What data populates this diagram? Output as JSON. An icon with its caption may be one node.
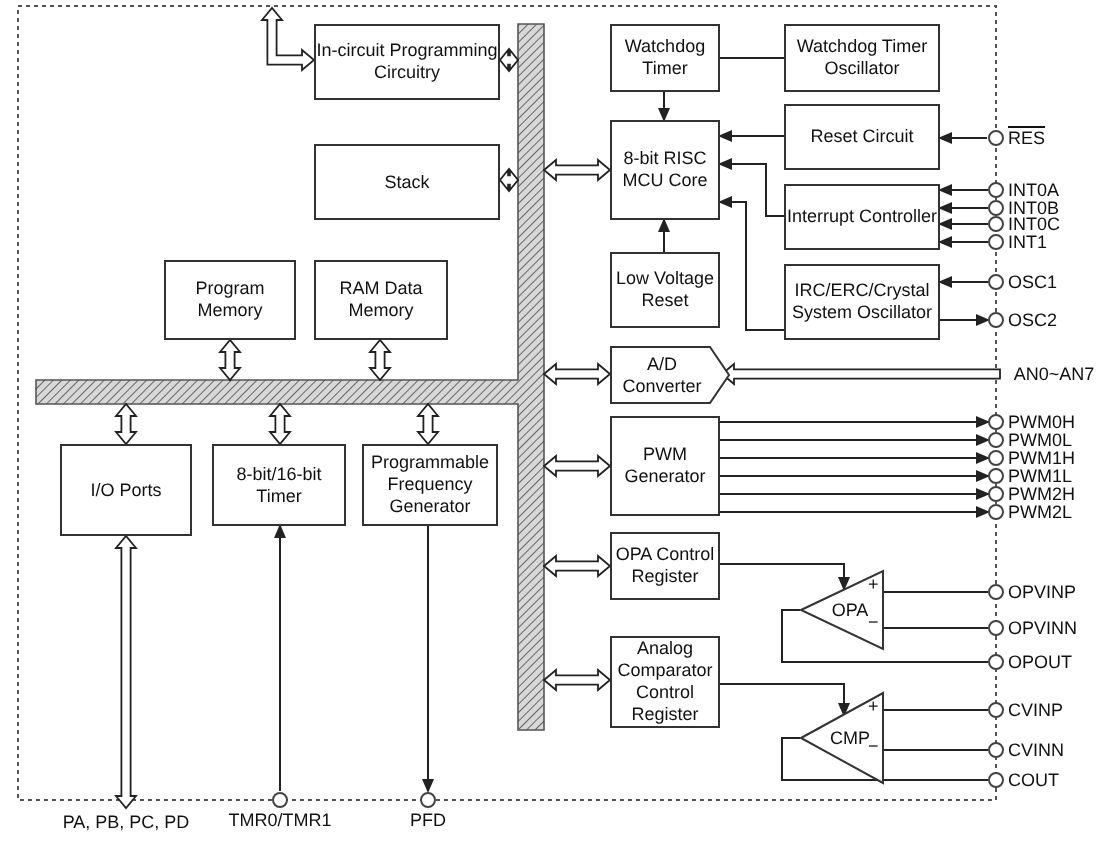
{
  "diagram": {
    "nodes": [
      {
        "text": [
          "In-circuit Programming Circuitry"
        ]
      },
      {
        "text": [
          "Watchdog Timer"
        ]
      },
      {
        "text": [
          "Watchdog Timer Oscillator"
        ]
      },
      {
        "text": [
          "Stack"
        ]
      },
      {
        "text": [
          "8-bit RISC MCU Core"
        ]
      },
      {
        "text": [
          "Reset Circuit"
        ]
      },
      {
        "text": [],
        "shape": "circle",
        "beside": [
          "RES"
        ]
      },
      {
        "text": [
          "Interrupt Controller"
        ]
      },
      {
        "text": [],
        "shape": "circle",
        "beside": [
          "INT0A"
        ]
      },
      {
        "text": [],
        "shape": "circle",
        "beside": [
          "INT0B"
        ]
      },
      {
        "text": [],
        "shape": "circle",
        "beside": [
          "INT0C"
        ]
      },
      {
        "text": [],
        "shape": "circle",
        "beside": [
          "INT1"
        ]
      },
      {
        "text": [
          "Low Voltage Reset"
        ]
      },
      {
        "text": [
          "IRC/ERC/Crystal System Oscillator"
        ]
      },
      {
        "text": [],
        "shape": "circle",
        "beside": [
          "OSC1"
        ]
      },
      {
        "text": [],
        "shape": "circle",
        "beside": [
          "OSC2"
        ]
      },
      {
        "text": [],
        "shape": "bar"
      },
      {
        "text": [
          "Program Memory"
        ]
      },
      {
        "text": [
          "RAM Data Memory"
        ]
      },
      {
        "text": [
          "A/D Converter"
        ]
      },
      {
        "text": [
          "AN0~AN7"
        ]
      },
      {
        "text": [
          "PWM Generator"
        ]
      },
      {
        "text": [],
        "shape": "circle",
        "beside": [
          "PWM0H"
        ]
      },
      {
        "text": [],
        "shape": "circle",
        "beside": [
          "PWM0L"
        ]
      },
      {
        "text": [],
        "shape": "circle",
        "beside": [
          "PWM1H"
        ]
      },
      {
        "text": [],
        "shape": "circle",
        "beside": [
          "PWM1L"
        ]
      },
      {
        "text": [],
        "shape": "circle",
        "beside": [
          "PWM2H"
        ]
      },
      {
        "text": [],
        "shape": "circle",
        "beside": [
          "PWM2L"
        ]
      },
      {
        "text": [
          "OPA Control Register"
        ]
      },
      {
        "text": [
          "OPA"
        ]
      },
      {
        "text": [],
        "shape": "circle",
        "beside": [
          "OPVINP"
        ]
      },
      {
        "text": [],
        "shape": "circle",
        "beside": [
          "OPVINN"
        ]
      },
      {
        "text": [],
        "shape": "circle",
        "beside": [
          "OPOUT"
        ]
      },
      {
        "text": [
          "Analog Comparator Control Register"
        ]
      },
      {
        "text": [
          "CMP"
        ]
      },
      {
        "text": [],
        "shape": "circle",
        "beside": [
          "CVINP"
        ]
      },
      {
        "text": [],
        "shape": "circle",
        "beside": [
          "CVINN"
        ]
      },
      {
        "text": [],
        "shape": "circle",
        "beside": [
          "COUT"
        ]
      },
      {
        "text": [
          "I/O Ports"
        ]
      },
      {
        "text": [
          "8-bit/16-bit Timer"
        ]
      },
      {
        "text": [
          "Programmable Frequency Generator"
        ]
      },
      {
        "text": [
          "PA, PB, PC, PD"
        ]
      },
      {
        "text": [],
        "shape": "circle",
        "beside": [
          "TMR0/TMR1"
        ]
      },
      {
        "text": [],
        "shape": "circle",
        "beside": [
          "PFD"
        ]
      }
    ],
    "edges": [
      {
        "from": null,
        "to": 0,
        "arrow": "both",
        "style": "thick"
      },
      {
        "from": 16,
        "to": 0,
        "arrow": "both",
        "style": "thick"
      },
      {
        "from": 1,
        "to": 2,
        "arrow": "none"
      },
      {
        "from": 1,
        "to": 4,
        "arrow": "to"
      },
      {
        "from": 16,
        "to": 3,
        "arrow": "both",
        "style": "thick"
      },
      {
        "from": 16,
        "to": 4,
        "arrow": "both",
        "style": "thick"
      },
      {
        "from": 5,
        "to": 4,
        "arrow": "to"
      },
      {
        "from": 6,
        "to": 5,
        "arrow": "to"
      },
      {
        "from": 7,
        "to": 4,
        "arrow": "to"
      },
      {
        "from": 8,
        "to": 7,
        "arrow": "to"
      },
      {
        "from": 9,
        "to": 7,
        "arrow": "to"
      },
      {
        "from": 10,
        "to": 7,
        "arrow": "to"
      },
      {
        "from": 11,
        "to": 7,
        "arrow": "to"
      },
      {
        "from": 12,
        "to": 4,
        "arrow": "to"
      },
      {
        "from": 13,
        "to": 4,
        "arrow": "to"
      },
      {
        "from": 14,
        "to": 13,
        "arrow": "to"
      },
      {
        "from": 13,
        "to": 15,
        "arrow": "to"
      },
      {
        "from": 17,
        "to": 16,
        "arrow": "both",
        "style": "thick"
      },
      {
        "from": 18,
        "to": 16,
        "arrow": "both",
        "style": "thick"
      },
      {
        "from": 16,
        "to": 19,
        "arrow": "both",
        "style": "thick"
      },
      {
        "from": 20,
        "to": 19,
        "arrow": "to",
        "style": "thick"
      },
      {
        "from": 16,
        "to": 21,
        "arrow": "both",
        "style": "thick"
      },
      {
        "from": 21,
        "to": 22,
        "arrow": "to"
      },
      {
        "from": 21,
        "to": 23,
        "arrow": "to"
      },
      {
        "from": 21,
        "to": 24,
        "arrow": "to"
      },
      {
        "from": 21,
        "to": 25,
        "arrow": "to"
      },
      {
        "from": 21,
        "to": 26,
        "arrow": "to"
      },
      {
        "from": 21,
        "to": 27,
        "arrow": "to"
      },
      {
        "from": 16,
        "to": 28,
        "arrow": "both",
        "style": "thick"
      },
      {
        "from": 28,
        "to": 29,
        "arrow": "to"
      },
      {
        "from": 30,
        "to": 29,
        "arrow": "none"
      },
      {
        "from": 31,
        "to": 29,
        "arrow": "none"
      },
      {
        "from": 29,
        "to": 32,
        "arrow": "none"
      },
      {
        "from": 16,
        "to": 33,
        "arrow": "both",
        "style": "thick"
      },
      {
        "from": 33,
        "to": 34,
        "arrow": "to"
      },
      {
        "from": 35,
        "to": 34,
        "arrow": "none"
      },
      {
        "from": 36,
        "to": 34,
        "arrow": "none"
      },
      {
        "from": 34,
        "to": 37,
        "arrow": "none"
      },
      {
        "from": 16,
        "to": 38,
        "arrow": "both",
        "style": "thick"
      },
      {
        "from": 16,
        "to": 39,
        "arrow": "both",
        "style": "thick"
      },
      {
        "from": 16,
        "to": 40,
        "arrow": "both",
        "style": "thick"
      },
      {
        "from": 38,
        "to": 41,
        "arrow": "both",
        "style": "thick"
      },
      {
        "from": 42,
        "to": 39,
        "arrow": "to"
      },
      {
        "from": 40,
        "to": 43,
        "arrow": "to"
      }
    ],
    "labels": [
      "+",
      "−",
      "+",
      "−"
    ]
  }
}
